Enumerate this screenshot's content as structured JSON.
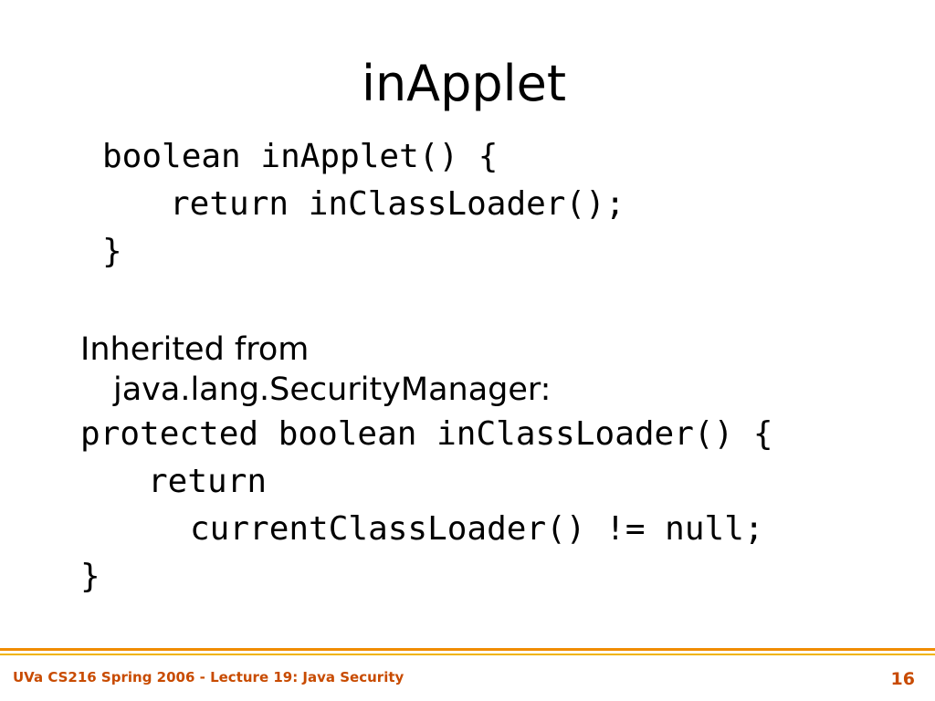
{
  "slide": {
    "title": "inApplet",
    "code_block_1": [
      "boolean inApplet() {",
      "return inClassLoader();",
      "}"
    ],
    "inherited_text": [
      "Inherited from",
      "java.lang.SecurityManager:"
    ],
    "code_block_2": [
      "protected boolean inClassLoader() {",
      "return",
      "currentClassLoader() != null;",
      "}"
    ]
  },
  "footer": {
    "text": "UVa CS216 Spring 2006 - Lecture 19: Java Security",
    "page_number": "16"
  },
  "colors": {
    "footer_text": "#c84b00",
    "rule_top": "#f08c00",
    "rule_bottom": "#f0b400"
  }
}
